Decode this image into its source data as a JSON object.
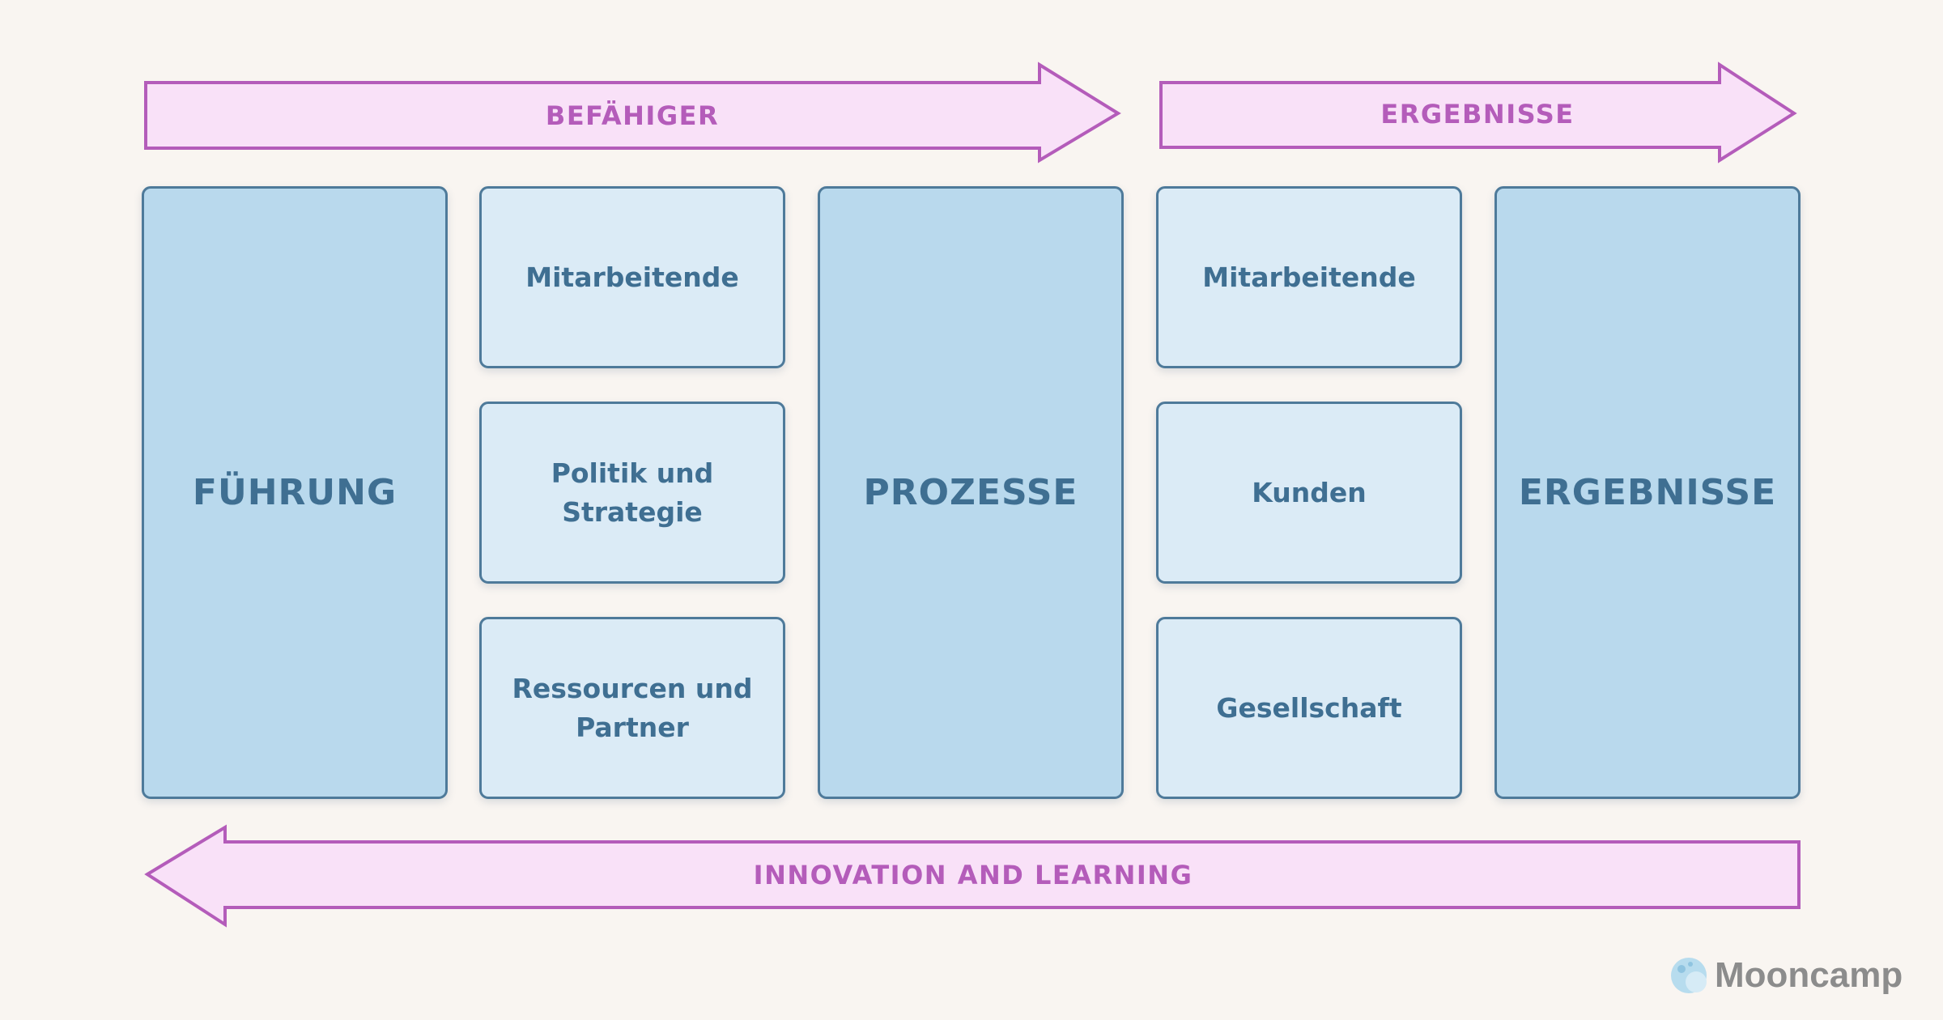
{
  "arrows": {
    "enablers": "BEFÄHIGER",
    "results": "ERGEBNISSE",
    "feedback": "INNOVATION AND LEARNING"
  },
  "columns": {
    "leadership": "FÜHRUNG",
    "enablers_people": "Mitarbeitende",
    "policy_strategy": "Politik und Strategie",
    "resources_partners": "Ressourcen und Partner",
    "processes": "PROZESSE",
    "results_people": "Mitarbeitende",
    "customers": "Kunden",
    "society": "Gesellschaft",
    "key_results": "ERGEBNISSE"
  },
  "brand": {
    "name": "Mooncamp"
  },
  "colors": {
    "background": "#f9f5f1",
    "arrow_fill": "#f9e1f8",
    "arrow_stroke": "#b45cba",
    "box_dark": "#b9d9ed",
    "box_light": "#dbebf6",
    "box_border": "#4e7a9a",
    "box_text": "#3f6f92"
  }
}
